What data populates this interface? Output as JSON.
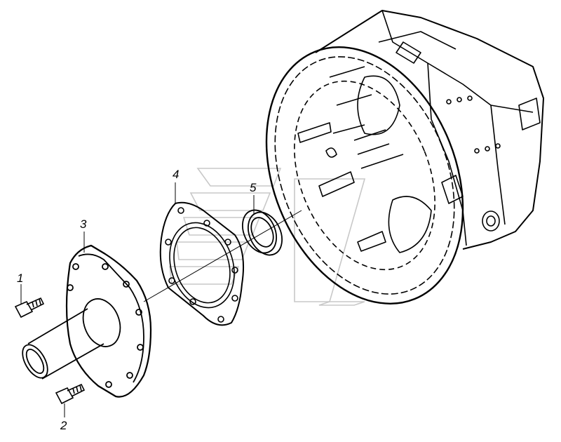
{
  "callouts": [
    {
      "id": "1",
      "label": "1",
      "part": "bolt"
    },
    {
      "id": "2",
      "label": "2",
      "part": "bolt"
    },
    {
      "id": "3",
      "label": "3",
      "part": "bearing-cover"
    },
    {
      "id": "4",
      "label": "4",
      "part": "gasket"
    },
    {
      "id": "5",
      "label": "5",
      "part": "seal-ring"
    }
  ],
  "colors": {
    "line": "#000000",
    "background": "#ffffff",
    "watermark": "#cfcfcf"
  }
}
